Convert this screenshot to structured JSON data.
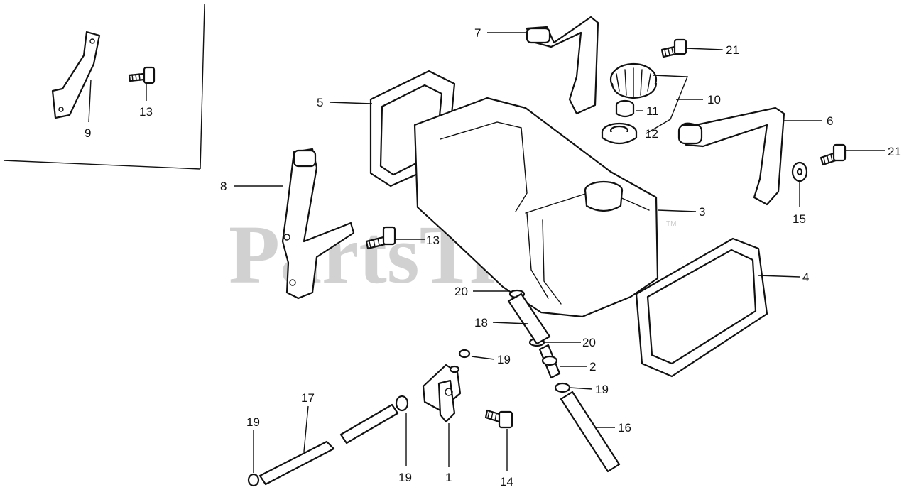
{
  "watermark": {
    "text": "PartsTree",
    "trademark": "TM"
  },
  "callouts": {
    "c1": "1",
    "c2": "2",
    "c3": "3",
    "c4": "4",
    "c5": "5",
    "c6": "6",
    "c7": "7",
    "c8": "8",
    "c9": "9",
    "c10": "10",
    "c11": "11",
    "c12": "12",
    "c13a": "13",
    "c13b": "13",
    "c14": "14",
    "c15": "15",
    "c16": "16",
    "c17": "17",
    "c18": "18",
    "c19a": "19",
    "c19b": "19",
    "c19c": "19",
    "c19d": "19",
    "c20a": "20",
    "c20b": "20",
    "c21a": "21",
    "c21b": "21"
  },
  "colors": {
    "line": "#111111",
    "watermark": "#c9c9c9",
    "background": "#ffffff"
  }
}
